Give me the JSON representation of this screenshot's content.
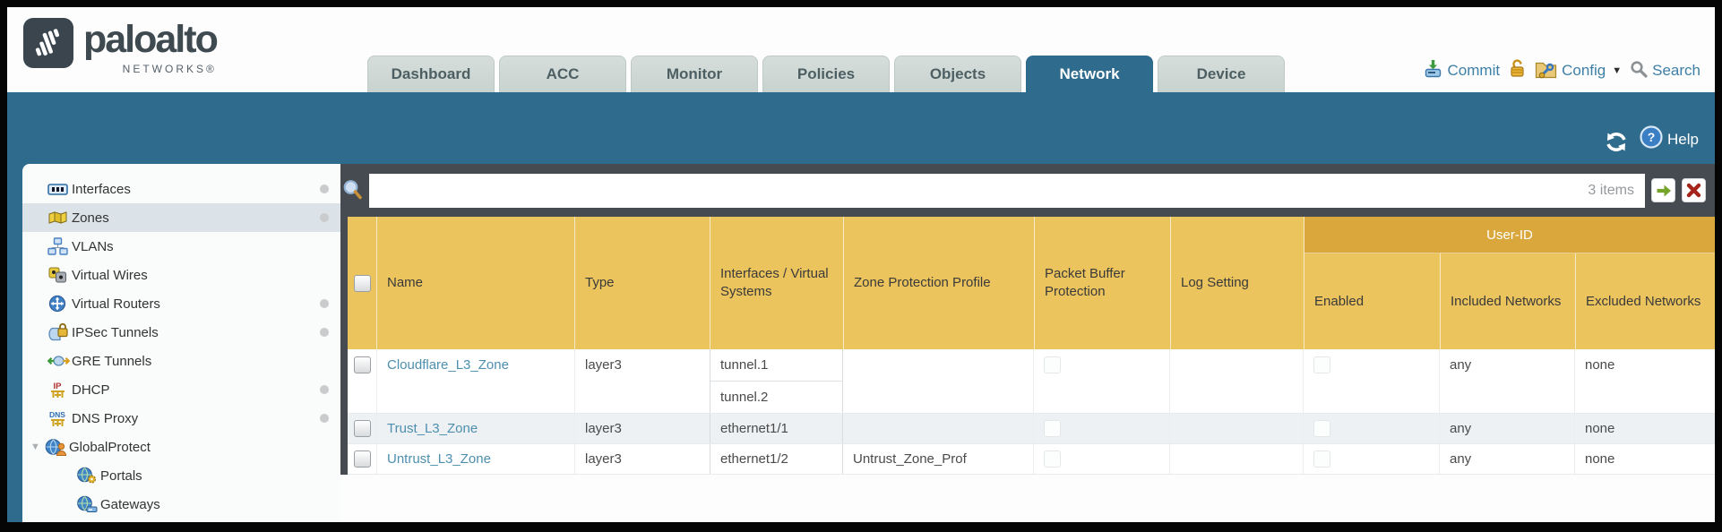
{
  "colors": {
    "teal": "#2f6b8d",
    "orange": "#ecc45d",
    "band": "#d9a73c",
    "link": "#4d8fae",
    "dark": "#454b51"
  },
  "logo": {
    "brand": "paloalto",
    "sub": "NETWORKS®"
  },
  "header": {
    "tabs": [
      {
        "label": "Dashboard",
        "active": false
      },
      {
        "label": "ACC",
        "active": false
      },
      {
        "label": "Monitor",
        "active": false
      },
      {
        "label": "Policies",
        "active": false
      },
      {
        "label": "Objects",
        "active": false
      },
      {
        "label": "Network",
        "active": true
      },
      {
        "label": "Device",
        "active": false
      }
    ],
    "actions": {
      "commit": "Commit",
      "config": "Config",
      "search": "Search"
    }
  },
  "toolbar": {
    "help": "Help"
  },
  "sidebar": {
    "items": [
      {
        "label": "Interfaces",
        "icon": "interfaces-icon",
        "dot": true
      },
      {
        "label": "Zones",
        "icon": "zones-icon",
        "dot": true,
        "selected": true
      },
      {
        "label": "VLANs",
        "icon": "vlans-icon"
      },
      {
        "label": "Virtual Wires",
        "icon": "virtual-wires-icon"
      },
      {
        "label": "Virtual Routers",
        "icon": "virtual-routers-icon",
        "dot": true
      },
      {
        "label": "IPSec Tunnels",
        "icon": "ipsec-tunnels-icon",
        "dot": true
      },
      {
        "label": "GRE Tunnels",
        "icon": "gre-tunnels-icon"
      },
      {
        "label": "DHCP",
        "icon": "dhcp-icon",
        "dot": true
      },
      {
        "label": "DNS Proxy",
        "icon": "dns-proxy-icon",
        "dot": true
      },
      {
        "label": "GlobalProtect",
        "icon": "globalprotect-icon",
        "expander": true
      },
      {
        "label": "Portals",
        "icon": "portals-icon",
        "child": true
      },
      {
        "label": "Gateways",
        "icon": "gateways-icon",
        "child": true
      }
    ]
  },
  "filter": {
    "value": "",
    "count": "3 items"
  },
  "table": {
    "group_label": "User-ID",
    "columns": {
      "name": "Name",
      "type": "Type",
      "interfaces": "Interfaces / Virtual Systems",
      "zone_protection_profile": "Zone Protection Profile",
      "packet_buffer_protection": "Packet Buffer Protection",
      "log_setting": "Log Setting",
      "enabled": "Enabled",
      "included_networks": "Included Networks",
      "excluded_networks": "Excluded Networks"
    },
    "rows": [
      {
        "name": "Cloudflare_L3_Zone",
        "type": "layer3",
        "interfaces": [
          "tunnel.1",
          "tunnel.2"
        ],
        "zone_protection_profile": "",
        "log_setting": "",
        "included_networks": "any",
        "excluded_networks": "none"
      },
      {
        "name": "Trust_L3_Zone",
        "type": "layer3",
        "interfaces": [
          "ethernet1/1"
        ],
        "zone_protection_profile": "",
        "log_setting": "",
        "included_networks": "any",
        "excluded_networks": "none"
      },
      {
        "name": "Untrust_L3_Zone",
        "type": "layer3",
        "interfaces": [
          "ethernet1/2"
        ],
        "zone_protection_profile": "Untrust_Zone_Prof",
        "log_setting": "",
        "included_networks": "any",
        "excluded_networks": "none"
      }
    ]
  }
}
